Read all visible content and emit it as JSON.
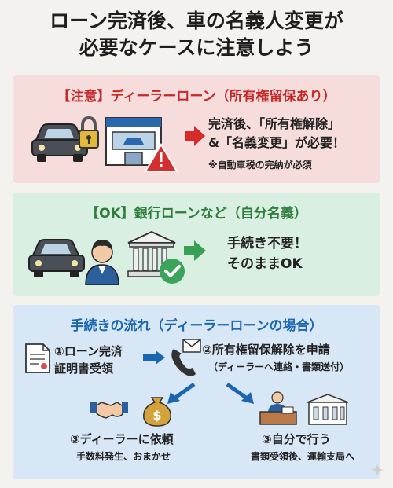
{
  "title": {
    "line1": "ローン完済後、車の名義人変更が",
    "line2": "必要なケースに注意しよう"
  },
  "panel_caution": {
    "heading": "【注意】ディーラーローン（所有権留保あり）",
    "message_line1": "完済後、「所有権解除」",
    "message_line2": "&「名義変更」が必要！",
    "note": "※自動車税の完納が必須"
  },
  "panel_ok": {
    "heading": "【OK】銀行ローンなど（自分名義）",
    "message_line1": "手続き不要！",
    "message_line2": "そのままOK"
  },
  "panel_flow": {
    "heading": "手続きの流れ（ディーラーローンの場合）",
    "step1_line1": "①ローン完済",
    "step1_line2": "証明書受領",
    "step2_line1": "②所有権留保解除を申請",
    "step2_sub": "（ディーラーへ連絡・書類送付）",
    "step3a_title": "③ディーラーに依頼",
    "step3a_sub": "手数料発生、おまかせ",
    "step3b_title": "③自分で行う",
    "step3b_sub": "書類受領後、運輸支局へ"
  },
  "colors": {
    "caution_bg": "#f7dcdc",
    "caution_accent": "#c62828",
    "ok_bg": "#d9efe1",
    "ok_accent": "#2e7d3c",
    "flow_bg": "#d8e7f5",
    "flow_accent": "#1a66b0"
  },
  "icons": [
    "car-icon",
    "padlock-icon",
    "dealership-icon",
    "warning-icon",
    "person-icon",
    "bank-icon",
    "check-icon",
    "document-icon",
    "phone-icon",
    "mail-icon",
    "handshake-icon",
    "money-bag-icon",
    "office-desk-icon",
    "government-building-icon"
  ]
}
